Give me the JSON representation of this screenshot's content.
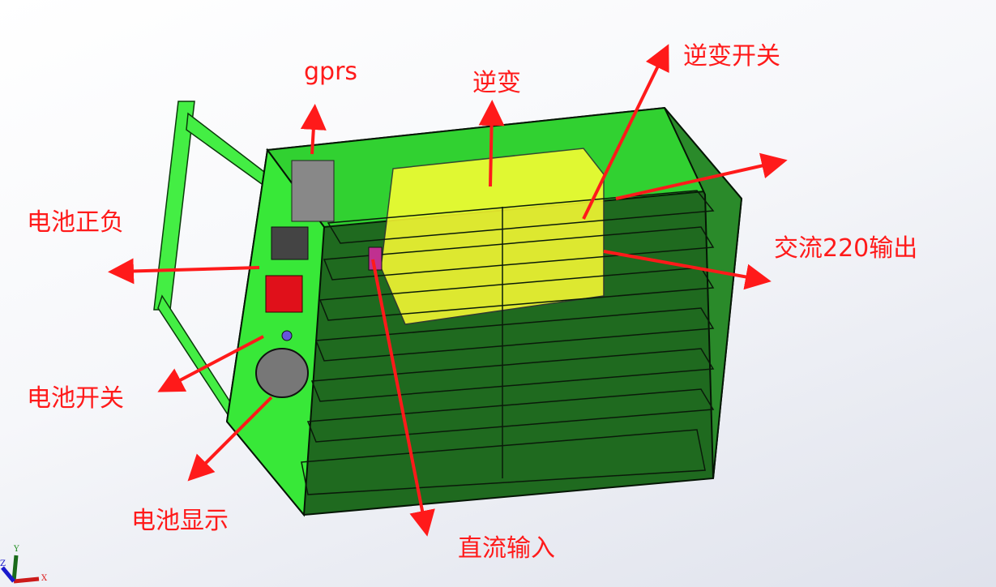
{
  "labels": {
    "gprs": "gprs",
    "inverter": "逆变",
    "inverter_switch": "逆变开关",
    "battery_terminals": "电池正负",
    "ac_output": "交流220输出",
    "battery_switch": "电池开关",
    "battery_display": "电池显示",
    "dc_input": "直流输入"
  },
  "axes": {
    "x": "X",
    "y": "Y",
    "z": "Z"
  },
  "colors": {
    "annotation": "#ff1a1a",
    "case": "#33dd33",
    "inverter": "#ffff33",
    "switch": "#e0101a"
  }
}
